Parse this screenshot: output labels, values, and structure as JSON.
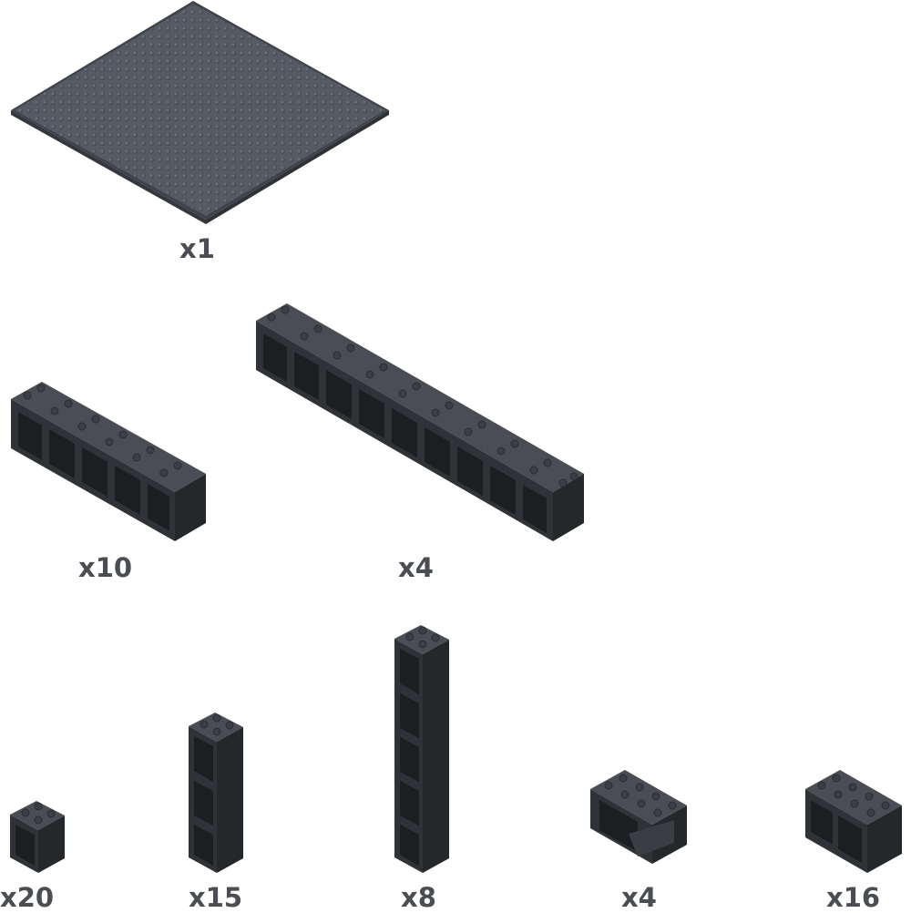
{
  "parts": [
    {
      "id": "baseplate",
      "quantity": "x1",
      "color": "#52575f"
    },
    {
      "id": "brick-1x6-hollow",
      "quantity": "x10",
      "color": "#3f4347"
    },
    {
      "id": "brick-1x10-hollow",
      "quantity": "x4",
      "color": "#3f4347"
    },
    {
      "id": "brick-1x2-hollow",
      "quantity": "x20",
      "color": "#3f4347"
    },
    {
      "id": "column-1x2x3",
      "quantity": "x15",
      "color": "#3f4347"
    },
    {
      "id": "column-1x2x5",
      "quantity": "x8",
      "color": "#3f4347"
    },
    {
      "id": "panel-1x2x3-open",
      "quantity": "x4",
      "color": "#3f4347"
    },
    {
      "id": "brick-1x3-hollow",
      "quantity": "x16",
      "color": "#3f4347"
    }
  ]
}
